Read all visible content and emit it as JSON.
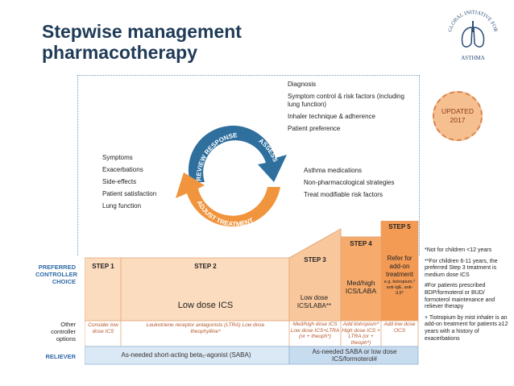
{
  "title": "Stepwise management pharmacotherapy",
  "logo": {
    "text_arc": "GLOBAL INITIATIVE FOR",
    "text_bottom": "ASTHMA",
    "icon": "lungs-logo-icon"
  },
  "badge": {
    "line1": "UPDATED",
    "line2": "2017"
  },
  "cycle": {
    "review_label": "REVIEW RESPONSE",
    "assess_label": "ASSESS",
    "adjust_label": "ADJUST TREATMENT",
    "colors": {
      "blue": "#2e6f9e",
      "orange": "#f0953e"
    }
  },
  "assess_items": [
    "Diagnosis",
    "Symptom control & risk factors (including lung function)",
    "Inhaler technique & adherence",
    "Patient preference"
  ],
  "review_items": [
    "Symptoms",
    "Exacerbations",
    "Side-effects",
    "Patient satisfaction",
    "Lung function"
  ],
  "adjust_items": [
    "Asthma medications",
    "Non-pharmacological strategies",
    "Treat modifiable risk factors"
  ],
  "row_labels": {
    "preferred": "PREFERRED CONTROLLER CHOICE",
    "other": "Other controller options",
    "reliever": "RELIEVER"
  },
  "steps": {
    "step1": "STEP 1",
    "step2": "STEP 2",
    "step3": "STEP 3",
    "step4": "STEP 4",
    "step5": "STEP 5",
    "step2_pref": "Low dose ICS",
    "step3_pref": "Low dose ICS/LABA**",
    "step4_pref": "Med/high ICS/LABA",
    "step5_pref_main": "Refer for add-on treatment",
    "step5_pref_sub": "e.g. tiotropium,* anti-IgE, anti-IL5*"
  },
  "other_options": {
    "step1": "Consider low dose ICS",
    "step2": "Leukotriene receptor antagonists (LTRA) Low dose theophylline*",
    "step3": "Med/high dose ICS Low dose ICS+LTRA (or + theoph*)",
    "step4": "Add tiotropium* High dose ICS + LTRA (or + theoph*)",
    "step5": "Add low dose OCS"
  },
  "reliever": {
    "left": "As-needed short-acting beta₂-agonist (SABA)",
    "right": "As-needed SABA or low dose ICS/formoterol#"
  },
  "footnotes": [
    "*Not for children <12 years",
    "**For children 6-11 years, the preferred Step 3 treatment is medium dose ICS",
    "#For patients prescribed BDP/formoterol or BUD/ formoterol maintenance and reliever therapy",
    "+ Tiotropium by mist inhaler is an add-on treatment for patients ≥12 years with a history of exacerbations"
  ]
}
